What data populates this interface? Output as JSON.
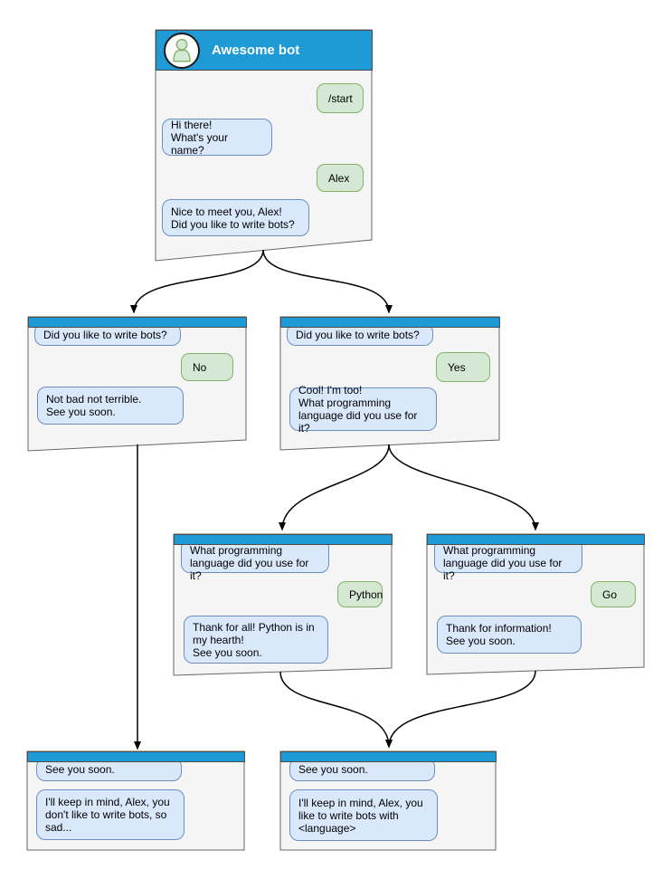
{
  "colors": {
    "header_blue": "#1e9ad6",
    "bot_bubble_fill": "#dae8fc",
    "bot_bubble_border": "#6c8ebf",
    "user_bubble_fill": "#d5e8d4",
    "user_bubble_border": "#82b366",
    "window_fill": "#f5f5f5",
    "window_border": "#666666",
    "arrow_color": "#000000"
  },
  "windows": {
    "main": {
      "title": "Awesome bot",
      "avatar_icon": "person-icon",
      "messages": [
        {
          "from": "user",
          "text": "/start"
        },
        {
          "from": "bot",
          "text": "Hi there!\nWhat's your name?"
        },
        {
          "from": "user",
          "text": "Alex"
        },
        {
          "from": "bot",
          "text": "Nice to meet you, Alex!\nDid you like to write bots?"
        }
      ]
    },
    "branch_no": {
      "messages": [
        {
          "from": "bot",
          "text": "Did you like to write bots?"
        },
        {
          "from": "user",
          "text": "No"
        },
        {
          "from": "bot",
          "text": "Not bad not terrible.\nSee you soon."
        }
      ]
    },
    "branch_yes": {
      "messages": [
        {
          "from": "bot",
          "text": "Did you like to write bots?"
        },
        {
          "from": "user",
          "text": "Yes"
        },
        {
          "from": "bot",
          "text": "Cool! I'm too!\nWhat programming\nlanguage did you use for it?"
        }
      ]
    },
    "branch_python": {
      "messages": [
        {
          "from": "bot",
          "text": "What programming\nlanguage did you use for it?"
        },
        {
          "from": "user",
          "text": "Python"
        },
        {
          "from": "bot",
          "text": "Thank for all! Python is in\nmy hearth!\nSee you soon."
        }
      ]
    },
    "branch_go": {
      "messages": [
        {
          "from": "bot",
          "text": "What programming\nlanguage did you use for it?"
        },
        {
          "from": "user",
          "text": "Go"
        },
        {
          "from": "bot",
          "text": "Thank for information!\nSee you soon."
        }
      ]
    },
    "end_no": {
      "messages": [
        {
          "from": "bot",
          "text": "See you soon."
        },
        {
          "from": "bot",
          "text": "I'll keep in mind, Alex, you\ndon't like to write bots, so\nsad..."
        }
      ]
    },
    "end_yes": {
      "messages": [
        {
          "from": "bot",
          "text": "See you soon."
        },
        {
          "from": "bot",
          "text": "I'll keep in mind, Alex, you\nlike to write bots with\n<language>"
        }
      ]
    }
  }
}
